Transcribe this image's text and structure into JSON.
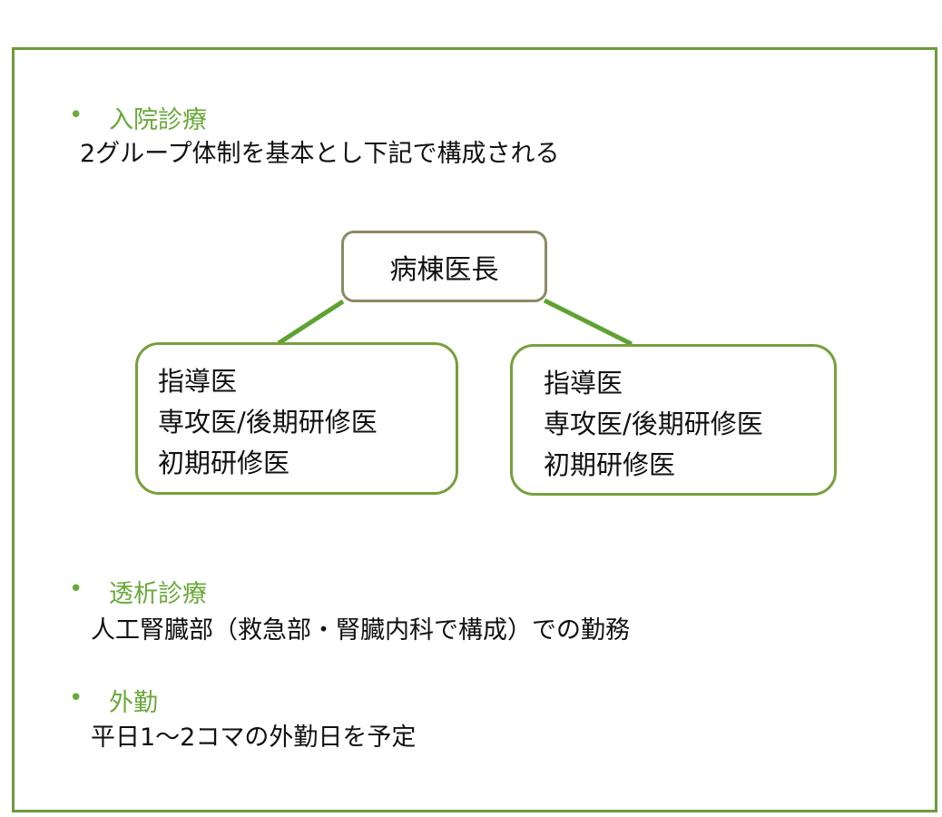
{
  "sections": [
    {
      "bullet": "•",
      "heading": "入院診療",
      "body": "2グループ体制を基本とし下記で構成される"
    },
    {
      "bullet": "•",
      "heading": "透析診療",
      "body": "人工腎臓部（救急部・腎臓内科で構成）での勤務"
    },
    {
      "bullet": "•",
      "heading": "外勤",
      "body": "平日1〜2コマの外勤日を予定"
    }
  ],
  "org": {
    "root": "病棟医長",
    "groups": [
      {
        "lines": [
          "指導医",
          "専攻医/後期研修医",
          "初期研修医"
        ]
      },
      {
        "lines": [
          "指導医",
          "専攻医/後期研修医",
          "初期研修医"
        ]
      }
    ]
  },
  "colors": {
    "accent": "#6aa83a",
    "frame": "#6f9a3c",
    "root_border": "#8b8a62"
  }
}
